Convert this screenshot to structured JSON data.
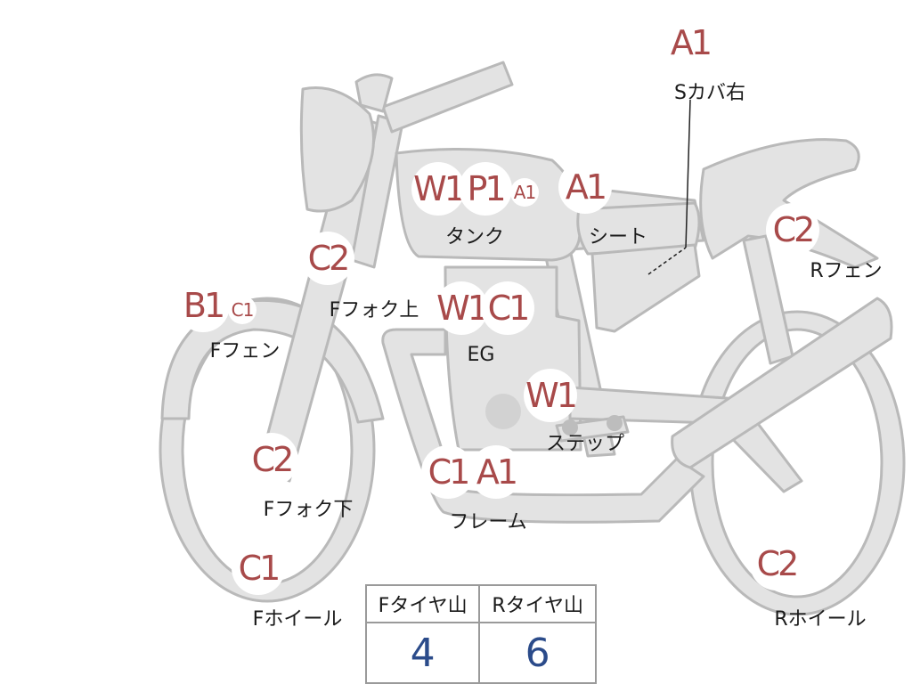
{
  "badges": {
    "s_cover_a1": "A1",
    "tank_w1": "W1",
    "tank_p1": "P1",
    "tank_a1": "A1",
    "seat_a1": "A1",
    "rfender_c2": "C2",
    "ffork_upper_c2": "C2",
    "ffender_b1": "B1",
    "ffender_c1": "C1",
    "eg_w1": "W1",
    "eg_c1": "C1",
    "step_w1": "W1",
    "ffork_lower_c2": "C2",
    "frame_c1": "C1",
    "frame_a1": "A1",
    "fwheel_c1": "C1",
    "rwheel_c2": "C2"
  },
  "labels": {
    "s_cover_right": "Sカバ右",
    "tank": "タンク",
    "seat": "シート",
    "r_fender": "Rフェン",
    "f_fork_upper": "Fフォク上",
    "f_fender": "Fフェン",
    "eg": "EG",
    "step": "ステップ",
    "f_fork_lower": "Fフォク下",
    "frame": "フレーム",
    "f_wheel": "Fホイール",
    "r_wheel": "Rホイール"
  },
  "tire_table": {
    "headers": [
      "Fタイヤ山",
      "Rタイヤ山"
    ],
    "values": [
      "4",
      "6"
    ]
  },
  "colors": {
    "part_fill": "#e3e3e3",
    "part_outline": "#b9b9b9",
    "badge_text": "#a84a4a",
    "table_value": "#2b4b8a"
  }
}
